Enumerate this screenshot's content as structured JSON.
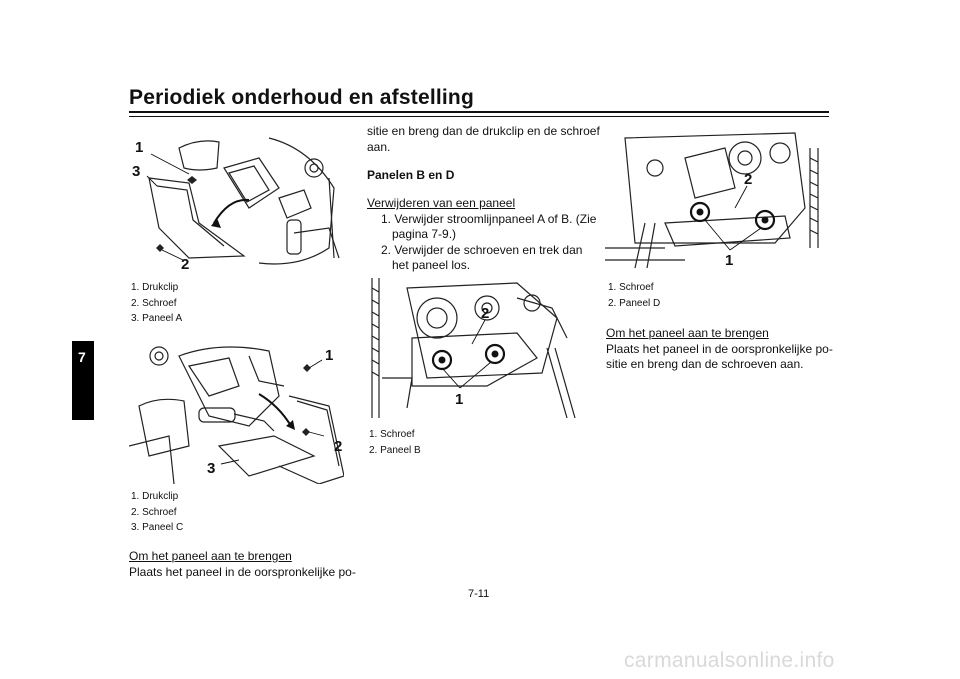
{
  "header": {
    "title": "Periodiek onderhoud en afstelling"
  },
  "chapter_tab": "7",
  "figures": {
    "fig1": {
      "callouts": [
        "1",
        "3",
        "2"
      ],
      "caption": [
        "1. Drukclip",
        "2. Schroef",
        "3. Paneel A"
      ]
    },
    "fig2": {
      "callouts": [
        "1",
        "2",
        "3"
      ],
      "caption": [
        "1. Drukclip",
        "2. Schroef",
        "3. Paneel C"
      ]
    },
    "fig3": {
      "callouts": [
        "2",
        "1"
      ],
      "caption": [
        "1. Schroef",
        "2. Paneel B"
      ]
    },
    "fig4": {
      "callouts": [
        "2",
        "1"
      ],
      "caption": [
        "1. Schroef",
        "2. Paneel D"
      ]
    }
  },
  "col1": {
    "heading": "Om het paneel aan te brengen",
    "line1": "Plaats het paneel in de oorspronkelijke po-"
  },
  "col2": {
    "cont1": "sitie en breng dan de drukclip en de schroef",
    "cont2": "aan.",
    "section": "Panelen B en D",
    "subheading": "Verwijderen van een paneel",
    "step1a": "1. Verwijder stroomlijnpaneel A of B. (Zie",
    "step1b": "pagina 7-9.)",
    "step2a": "2. Verwijder de schroeven en trek dan",
    "step2b": "het paneel los."
  },
  "col3": {
    "heading": "Om het paneel aan te brengen",
    "line1": "Plaats het paneel in de oorspronkelijke po-",
    "line2": "sitie en breng dan de schroeven aan."
  },
  "footer": {
    "page_number": "7-11",
    "watermark": "carmanualsonline.info"
  }
}
